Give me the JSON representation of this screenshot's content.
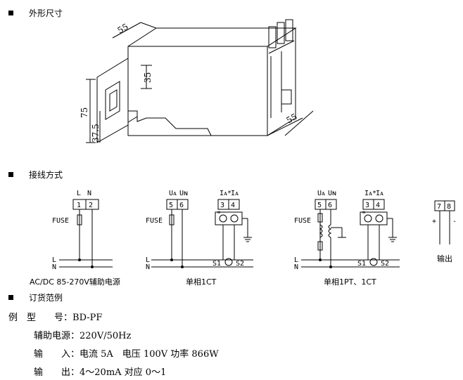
{
  "sections": {
    "dimensions": "外形尺寸",
    "wiring": "接线方式",
    "ordering": "订货范例"
  },
  "dims": {
    "d55_top": "55",
    "d35": "35",
    "d75": "75",
    "d37_5": "37.5",
    "d55_right": "55"
  },
  "diagrams": {
    "aux": {
      "top_l": "L",
      "top_n": "N",
      "t1": "1",
      "t2": "2",
      "fuse": "FUSE",
      "line_l": "L",
      "line_n": "N",
      "caption": "AC/DC 85-270V辅助电源"
    },
    "single_ct": {
      "ua": "Uᴀ",
      "un": "Uɴ",
      "t5": "5",
      "t6": "6",
      "ia_in": "Iᴀ*",
      "ia": "Iᴀ",
      "t3": "3",
      "t4": "4",
      "fuse": "FUSE",
      "line_l": "L",
      "line_n": "N",
      "s1": "S1",
      "s2": "S2",
      "star": "*",
      "caption": "单相1CT"
    },
    "pt_ct": {
      "ua": "Uᴀ",
      "un": "Uɴ",
      "t5": "5",
      "t6": "6",
      "ia_in": "Iᴀ*",
      "ia": "Iᴀ",
      "t3": "3",
      "t4": "4",
      "fuse": "FUSE",
      "line_l": "L",
      "line_n": "N",
      "s1": "S1",
      "s2": "S2",
      "star": "*",
      "caption": "单相1PT、1CT"
    },
    "output": {
      "t7": "7",
      "t8": "8",
      "plus": "+",
      "minus": "-",
      "caption": "输出"
    }
  },
  "order_example": {
    "model_label": "例　型　　号：",
    "model_value": "BD-PF",
    "aux_label": "辅助电源：",
    "aux_value": "220V/50Hz",
    "input_label": "输　　入：",
    "input_value": "电流 5A　电压 100V 功率 866W",
    "output_label": "输　　出：",
    "output_value": "4～20mA 对应 0～1"
  }
}
